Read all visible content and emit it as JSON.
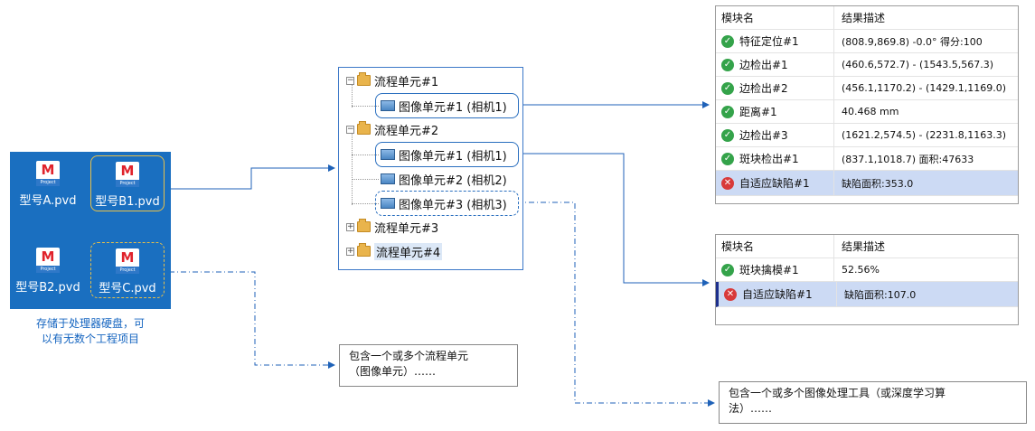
{
  "projects": {
    "files": [
      {
        "name": "型号A.pvd",
        "badge": "Project",
        "style": "plain"
      },
      {
        "name": "型号B1.pvd",
        "badge": "Project",
        "style": "selected"
      },
      {
        "name": "型号B2.pvd",
        "badge": "Project",
        "style": "plain"
      },
      {
        "name": "型号C.pvd",
        "badge": "Project",
        "style": "dashed"
      }
    ],
    "caption_line1": "存储于处理器硬盘，可",
    "caption_line2": "以有无数个工程项目"
  },
  "tree": {
    "nodes": [
      {
        "label": "流程单元#1",
        "kind": "folder",
        "expander": "−"
      },
      {
        "label": "图像单元#1 (相机1)",
        "kind": "image"
      },
      {
        "label": "流程单元#2",
        "kind": "folder",
        "expander": "−"
      },
      {
        "label": "图像单元#1 (相机1)",
        "kind": "image"
      },
      {
        "label": "图像单元#2 (相机2)",
        "kind": "image"
      },
      {
        "label": "图像单元#3 (相机3)",
        "kind": "image"
      },
      {
        "label": "流程单元#3",
        "kind": "folder",
        "expander": "+"
      },
      {
        "label": "流程单元#4",
        "kind": "folder",
        "expander": "+"
      }
    ]
  },
  "results_top": {
    "header": {
      "col1": "模块名",
      "col2": "结果描述"
    },
    "rows": [
      {
        "name": "特征定位#1",
        "desc": "(808.9,869.8) -0.0° 得分:100",
        "status": "ok"
      },
      {
        "name": "边检出#1",
        "desc": "(460.6,572.7) - (1543.5,567.3)",
        "status": "ok"
      },
      {
        "name": "边检出#2",
        "desc": "(456.1,1170.2) - (1429.1,1169.0)",
        "status": "ok"
      },
      {
        "name": "距离#1",
        "desc": "40.468 mm",
        "status": "ok"
      },
      {
        "name": "边检出#3",
        "desc": "(1621.2,574.5) - (2231.8,1163.3)",
        "status": "ok"
      },
      {
        "name": "斑块检出#1",
        "desc": "(837.1,1018.7) 面积:47633",
        "status": "ok"
      },
      {
        "name": "自适应缺陷#1",
        "desc": "缺陷面积:353.0",
        "status": "error"
      }
    ]
  },
  "results_bottom": {
    "header": {
      "col1": "模块名",
      "col2": "结果描述"
    },
    "rows": [
      {
        "name": "斑块擒模#1",
        "desc": "52.56%",
        "status": "ok"
      },
      {
        "name": "自适应缺陷#1",
        "desc": "缺陷面积:107.0",
        "status": "error"
      }
    ]
  },
  "notes": {
    "flow_note_line1": "包含一个或多个流程单元",
    "flow_note_line2": "（图像单元）……",
    "tool_note_line1": "包含一个或多个图像处理工具（或深度学习算",
    "tool_note_line2": "法）……"
  },
  "colors": {
    "panel_blue": "#1a6fc0",
    "connector_blue": "#1f62b8",
    "highlight_yellow": "#e7c04a",
    "ok_green": "#34a34a",
    "error_red": "#d83a3a",
    "selected_row": "#ccdaf4"
  },
  "icons": {
    "project_file": "project-file-icon",
    "folder": "folder-icon",
    "image_unit": "image-unit-icon",
    "ok": "check-circle-icon",
    "error": "error-x-circle-icon"
  }
}
